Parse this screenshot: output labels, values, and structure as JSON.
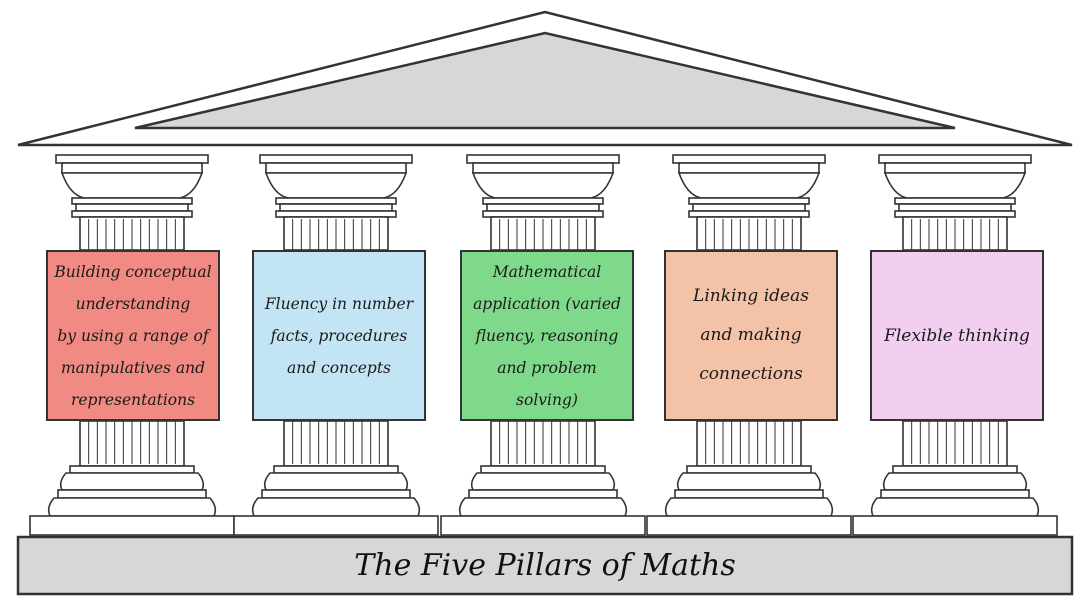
{
  "title": "The Five Pillars of Maths",
  "pillars": [
    {
      "lines": [
        "Building conceptual",
        "understanding",
        "by using a range of",
        "manipulatives and",
        "representations"
      ],
      "color": "#f08a82"
    },
    {
      "lines": [
        "Fluency in number",
        "facts, procedures",
        "and concepts"
      ],
      "color": "#c3e4f4"
    },
    {
      "lines": [
        "Mathematical",
        "application (varied",
        "fluency, reasoning",
        "and problem",
        "solving)"
      ],
      "color": "#7fd98a"
    },
    {
      "lines": [
        "Linking ideas",
        "and making",
        "connections"
      ],
      "color": "#f4c2a6"
    },
    {
      "lines": [
        "Flexible thinking"
      ],
      "color": "#f2cfee"
    }
  ],
  "colors": {
    "roof": "#d7d7d7",
    "base": "#d7d7d7",
    "stroke": "#333333"
  }
}
